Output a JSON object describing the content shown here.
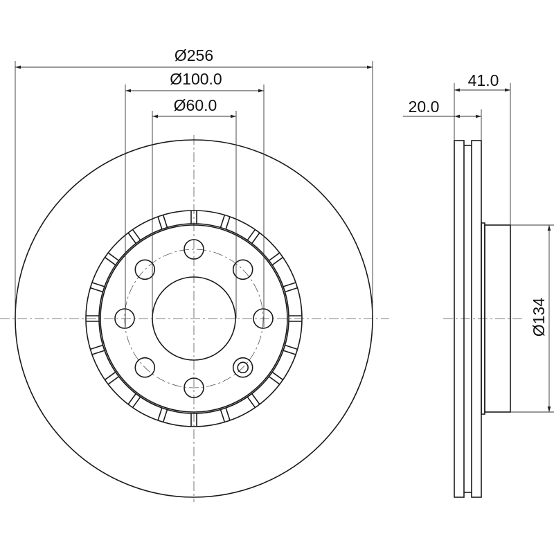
{
  "drawing": {
    "outer_diameter_label": "Ø256",
    "bolt_circle_label": "Ø100.0",
    "center_bore_label": "Ø60.0",
    "thickness_label": "20.0",
    "height_label": "41.0",
    "hub_diameter_label": "Ø134",
    "bolt_hole_count": 8,
    "vent_slot_count": 20
  }
}
